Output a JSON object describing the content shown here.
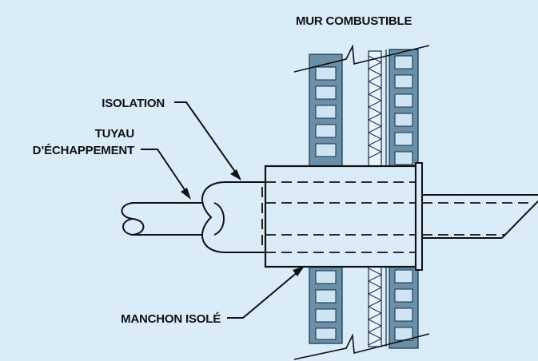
{
  "colors": {
    "background": "#d9ecf8",
    "stud": "#6a8fa6",
    "outline": "#111111"
  },
  "labels": {
    "wall": "MUR COMBUSTIBLE",
    "insulation": "ISOLATION",
    "exhaust_pipe_line1": "TUYAU",
    "exhaust_pipe_line2": "D’ÉCHAPPEMENT",
    "insulated_sleeve": "MANCHON ISOLÉ"
  }
}
